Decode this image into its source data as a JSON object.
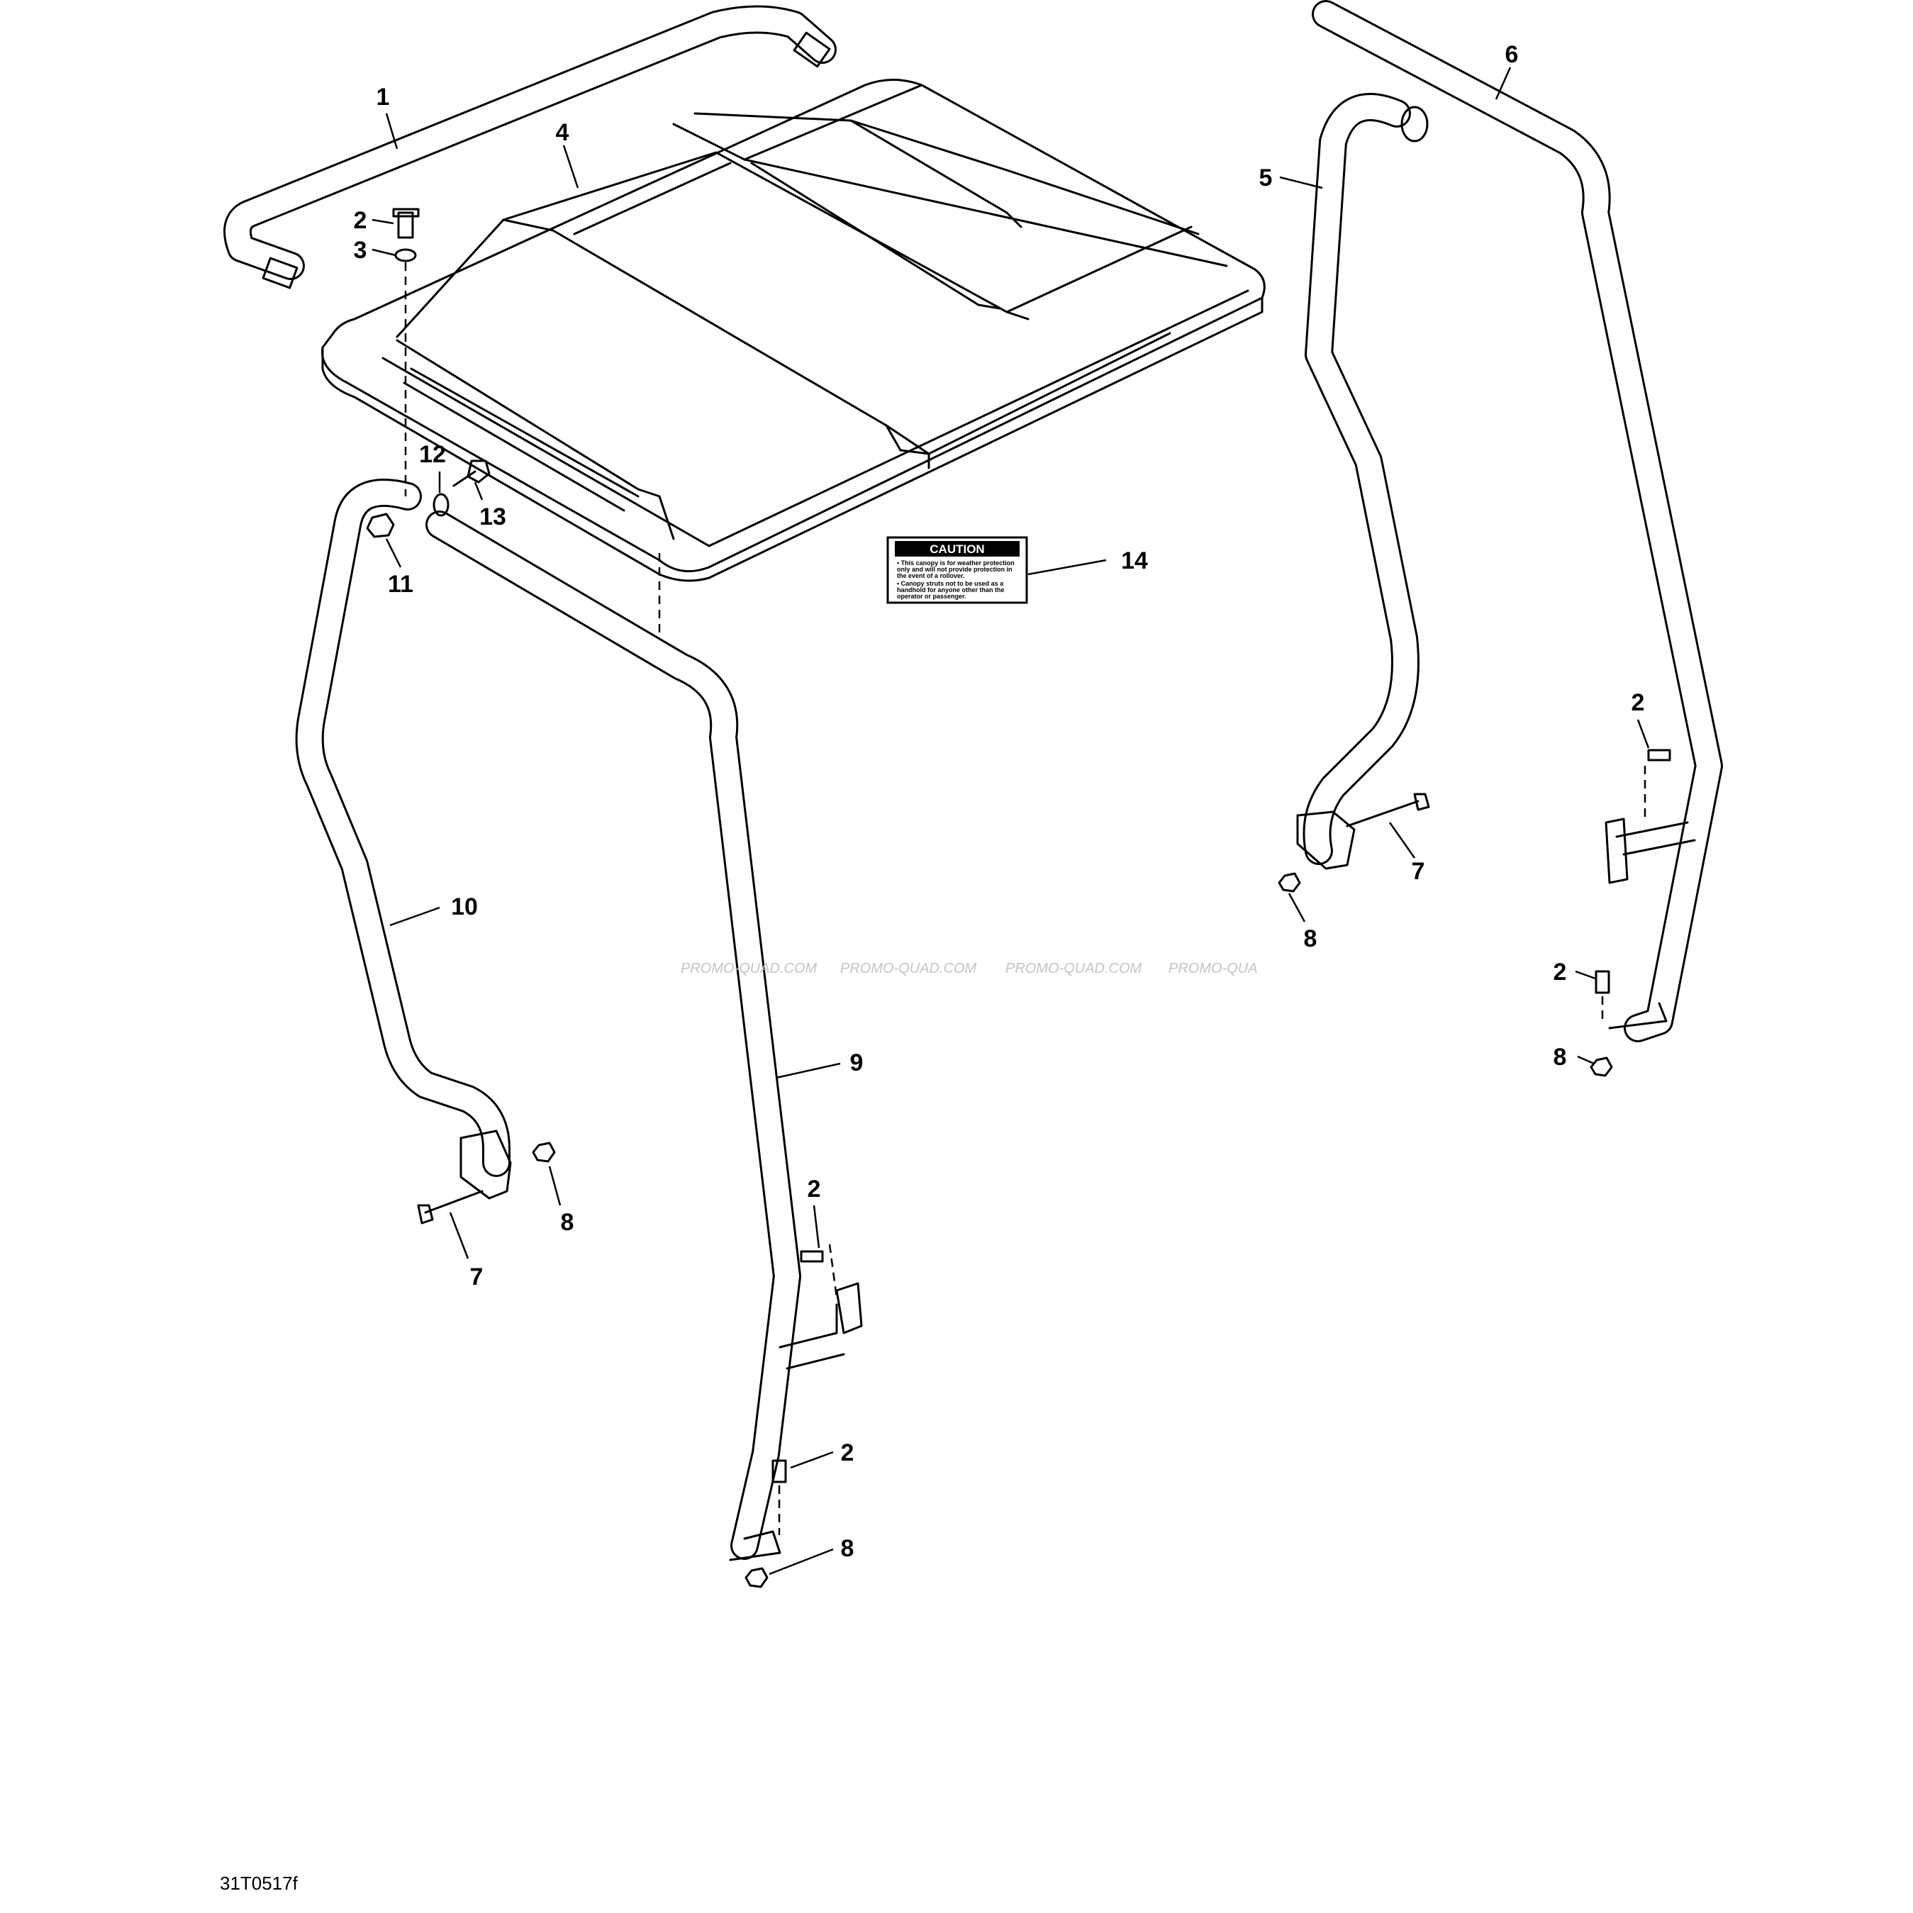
{
  "figure_code": "31T0517f",
  "watermark": [
    "PROMO-QUAD.COM",
    "PROMO-QUAD.COM",
    "PROMO-QUAD.COM",
    "PROMO-QUA"
  ],
  "decal": {
    "heading": "CAUTION",
    "line1": "• This canopy is for weather protection",
    "line2": "only and will not provide protection in",
    "line3": "the event of a rollover.",
    "line4": "• Canopy struts not to be used as a",
    "line5": "handhold for anyone other than the",
    "line6": "operator or passenger."
  },
  "callouts": [
    "1",
    "2",
    "3",
    "4",
    "5",
    "6",
    "2",
    "7",
    "8",
    "2",
    "8",
    "12",
    "13",
    "11",
    "14",
    "10",
    "9",
    "2",
    "8",
    "7",
    "2",
    "8"
  ]
}
